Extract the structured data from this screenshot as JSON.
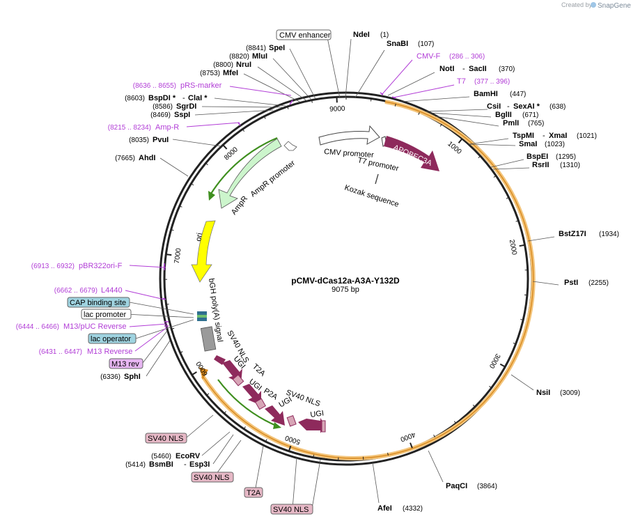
{
  "watermark": {
    "prefix": "Created by",
    "brand": "SnapGene"
  },
  "plasmid": {
    "name": "pCMV-dCas12a-A3A-Y132D",
    "size": "9075 bp"
  },
  "ticks": [
    "1000",
    "2000",
    "3000",
    "4000",
    "5000",
    "6000",
    "7000",
    "8000",
    "9000"
  ],
  "sites_right": [
    {
      "name": "NdeI",
      "pos": "(1)"
    },
    {
      "name": "SnaBI",
      "pos": "(107)"
    },
    {
      "name": "CMV-F",
      "pos": "(286 .. 306)"
    },
    {
      "name": "NotI",
      "name2": "SacII",
      "pos": "(370)"
    },
    {
      "name": "T7",
      "pos": "(377 .. 396)"
    },
    {
      "name": "BamHI",
      "pos": "(447)"
    },
    {
      "name": "CsiI",
      "name2": "SexAI *",
      "pos": "(638)"
    },
    {
      "name": "BglII",
      "pos": "(671)"
    },
    {
      "name": "PmlI",
      "pos": "(765)"
    },
    {
      "name": "TspMI",
      "name2": "XmaI",
      "pos": "(1021)"
    },
    {
      "name": "SmaI",
      "pos": "(1023)"
    },
    {
      "name": "BspEI",
      "pos": "(1295)"
    },
    {
      "name": "RsrII",
      "pos": "(1310)"
    },
    {
      "name": "BstZ17I",
      "pos": "(1934)"
    },
    {
      "name": "PstI",
      "pos": "(2255)"
    },
    {
      "name": "NsiI",
      "pos": "(3009)"
    },
    {
      "name": "PaqCI",
      "pos": "(3864)"
    },
    {
      "name": "AfeI",
      "pos": "(4332)"
    }
  ],
  "sites_left": [
    {
      "name": "SpeI",
      "pos": "(8841)"
    },
    {
      "name": "MluI",
      "pos": "(8820)"
    },
    {
      "name": "NruI",
      "pos": "(8800)"
    },
    {
      "name": "MfeI",
      "pos": "(8753)"
    },
    {
      "name": "pRS-marker",
      "pos": "(8636 .. 8655)"
    },
    {
      "name": "BspDI *",
      "name2": "ClaI *",
      "pos": "(8603)"
    },
    {
      "name": "SgrDI",
      "pos": "(8586)"
    },
    {
      "name": "SspI",
      "pos": "(8469)"
    },
    {
      "name": "Amp-R",
      "pos": "(8215 .. 8234)"
    },
    {
      "name": "PvuI",
      "pos": "(8035)"
    },
    {
      "name": "AhdI",
      "pos": "(7665)"
    },
    {
      "name": "pBR322ori-F",
      "pos": "(6913 .. 6932)"
    },
    {
      "name": "L4440",
      "pos": "(6662 .. 6679)"
    },
    {
      "name": "M13/pUC Reverse",
      "pos": "(6444 .. 6466)"
    },
    {
      "name": "M13 Reverse",
      "pos": "(6431 .. 6447)"
    },
    {
      "name": "SphI",
      "pos": "(6336)"
    },
    {
      "name": "EcoRV",
      "pos": "(5460)"
    },
    {
      "name": "BsmBI",
      "name2": "Esp3I",
      "pos": "(5414)"
    }
  ],
  "boxed_labels": {
    "cmv_enhancer": "CMV enhancer",
    "cap_binding_site": "CAP binding site",
    "lac_promoter": "lac promoter",
    "lac_operator": "lac operator",
    "m13_rev": "M13 rev",
    "sv40_nls_1": "SV40 NLS",
    "sv40_nls_2": "SV40 NLS",
    "t2a": "T2A",
    "sv40_nls_3": "SV40 NLS"
  },
  "features": {
    "cmv_promoter": "CMV promoter",
    "t7_promoter": "T7 promoter",
    "kozak": "Kozak sequence",
    "apobec3a": "APOBEC3A",
    "ampr": "AmpR",
    "ampr_promoter": "AmpR promoter",
    "ori": "ori",
    "bgh": "bGH poly(A) signal",
    "sv40_nls_a": "SV40 NLS",
    "ugi_a": "UGI",
    "t2a": "T2A",
    "ugi_b": "UGI",
    "p2a": "P2A",
    "ugi_c": "UGI",
    "sv40_nls_b": "SV40 NLS",
    "ugi_d": "UGI"
  },
  "colors": {
    "backbone": "#222222",
    "cds_orange": "#f0b35a",
    "apobec": "#8e2a5c",
    "ampr_fill": "#ccf5cc",
    "green_line": "#3f8f1f",
    "ori_yellow": "#ffff00",
    "primer_purple": "#b13cd6",
    "box_blue": "#9fd3e0",
    "box_pink": "#e6b8c6",
    "box_violet": "#e7b6f2"
  }
}
